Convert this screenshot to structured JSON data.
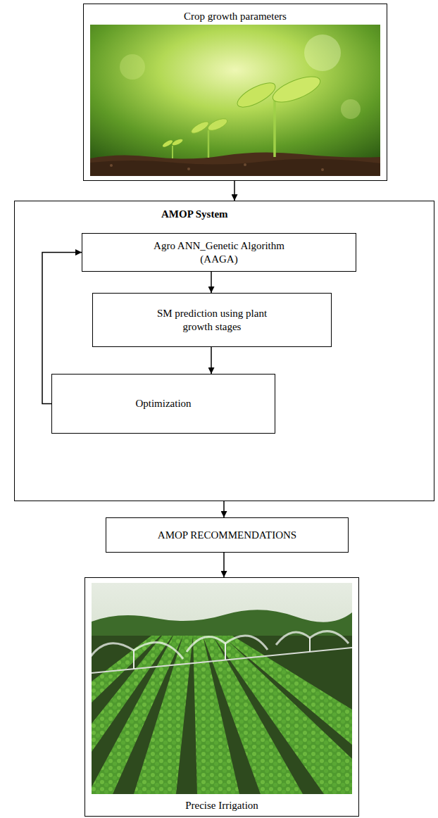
{
  "diagram": {
    "nodes": [
      {
        "text": [
          "Crop growth parameters"
        ]
      },
      {
        "text": [
          "AMOP System"
        ]
      },
      {
        "text": [
          "Agro ANN_Genetic Algorithm (AAGA)"
        ],
        "in": 1
      },
      {
        "text": [
          "SM prediction using plant growth stages"
        ],
        "in": 1
      },
      {
        "text": [
          "Optimization"
        ],
        "in": 1
      },
      {
        "text": [
          "AMOP RECOMMENDATIONS"
        ]
      },
      {
        "text": [
          "Precise Irrigation"
        ]
      }
    ],
    "edges": [
      {
        "from": 0,
        "to": 1,
        "arrow": "to"
      },
      {
        "from": 2,
        "to": 3,
        "arrow": "to"
      },
      {
        "from": 3,
        "to": 4,
        "arrow": "to"
      },
      {
        "from": 4,
        "to": 2,
        "arrow": "to"
      },
      {
        "from": 1,
        "to": 5,
        "arrow": "to"
      },
      {
        "from": 5,
        "to": 6,
        "arrow": "to"
      }
    ]
  }
}
